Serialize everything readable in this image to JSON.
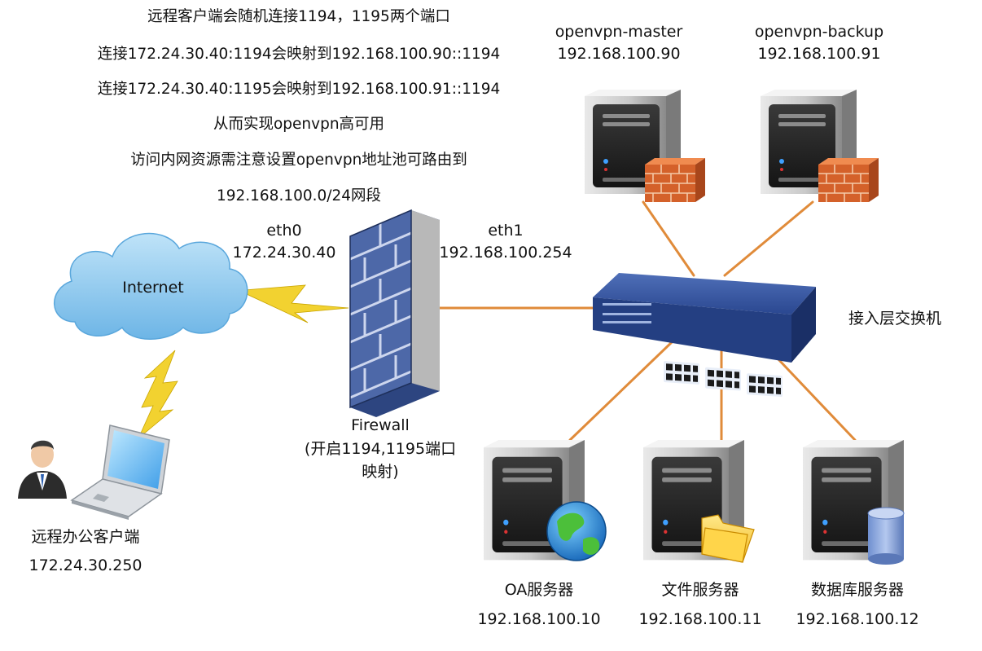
{
  "notes": {
    "line1": "远程客户端会随机连接1194，1195两个端口",
    "line2": "连接172.24.30.40:1194会映射到192.168.100.90::1194",
    "line3": "连接172.24.30.40:1195会映射到192.168.100.91::1194",
    "line4": "从而实现openvpn高可用",
    "line5": "访问内网资源需注意设置openvpn地址池可路由到",
    "line6": "192.168.100.0/24网段"
  },
  "internet": {
    "label": "Internet"
  },
  "client": {
    "name": "远程办公客户端",
    "ip": "172.24.30.250"
  },
  "firewall": {
    "eth0_name": "eth0",
    "eth0_ip": "172.24.30.40",
    "eth1_name": "eth1",
    "eth1_ip": "192.168.100.254",
    "label1": "Firewall",
    "label2": "(开启1194,1195端口",
    "label3": "映射)"
  },
  "switch": {
    "label": "接入层交换机"
  },
  "servers": {
    "master": {
      "name": "openvpn-master",
      "ip": "192.168.100.90"
    },
    "backup": {
      "name": "openvpn-backup",
      "ip": "192.168.100.91"
    },
    "oa": {
      "name": "OA服务器",
      "ip": "192.168.100.10"
    },
    "file": {
      "name": "文件服务器",
      "ip": "192.168.100.11"
    },
    "db": {
      "name": "数据库服务器",
      "ip": "192.168.100.12"
    }
  },
  "colors": {
    "link": "#e08b3a",
    "lightning": "#f2d230",
    "cloud": "#8ec9ee",
    "firewall": "#3f5b96",
    "switch": "#2f4f9a",
    "server": "#2b2b2b"
  }
}
